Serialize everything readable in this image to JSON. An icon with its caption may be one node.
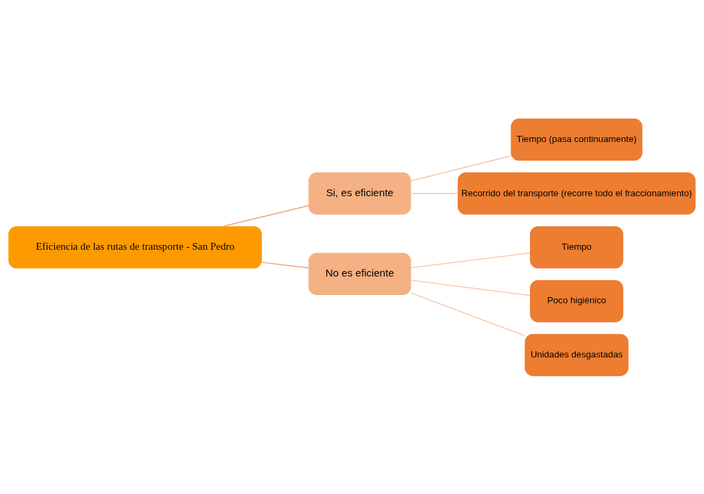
{
  "diagram": {
    "nodes": [
      {
        "text": [
          "Eficiencia de las rutas de transporte - San Pedro"
        ]
      },
      {
        "text": [
          "Si, es eficiente"
        ]
      },
      {
        "text": [
          "Tiempo (pasa continuamente)"
        ]
      },
      {
        "text": [
          "Recorrido del transporte (recorre todo el fraccionamiento)"
        ]
      },
      {
        "text": [
          "No es eficiente"
        ]
      },
      {
        "text": [
          "Tiempo"
        ]
      },
      {
        "text": [
          "Poco higiénico"
        ]
      },
      {
        "text": [
          "Unidades desgastadas"
        ]
      }
    ],
    "edges": [
      {
        "from": 0,
        "to": 1,
        "arrow": "none",
        "color": "#f0a07a"
      },
      {
        "from": 1,
        "to": 2,
        "arrow": "none"
      },
      {
        "from": 1,
        "to": 3,
        "arrow": "none"
      },
      {
        "from": 0,
        "to": 4,
        "arrow": "none",
        "color": "#f0a07a"
      },
      {
        "from": 4,
        "to": 5,
        "arrow": "none"
      },
      {
        "from": 4,
        "to": 6,
        "arrow": "none"
      },
      {
        "from": 4,
        "to": 7,
        "arrow": "none"
      }
    ]
  }
}
